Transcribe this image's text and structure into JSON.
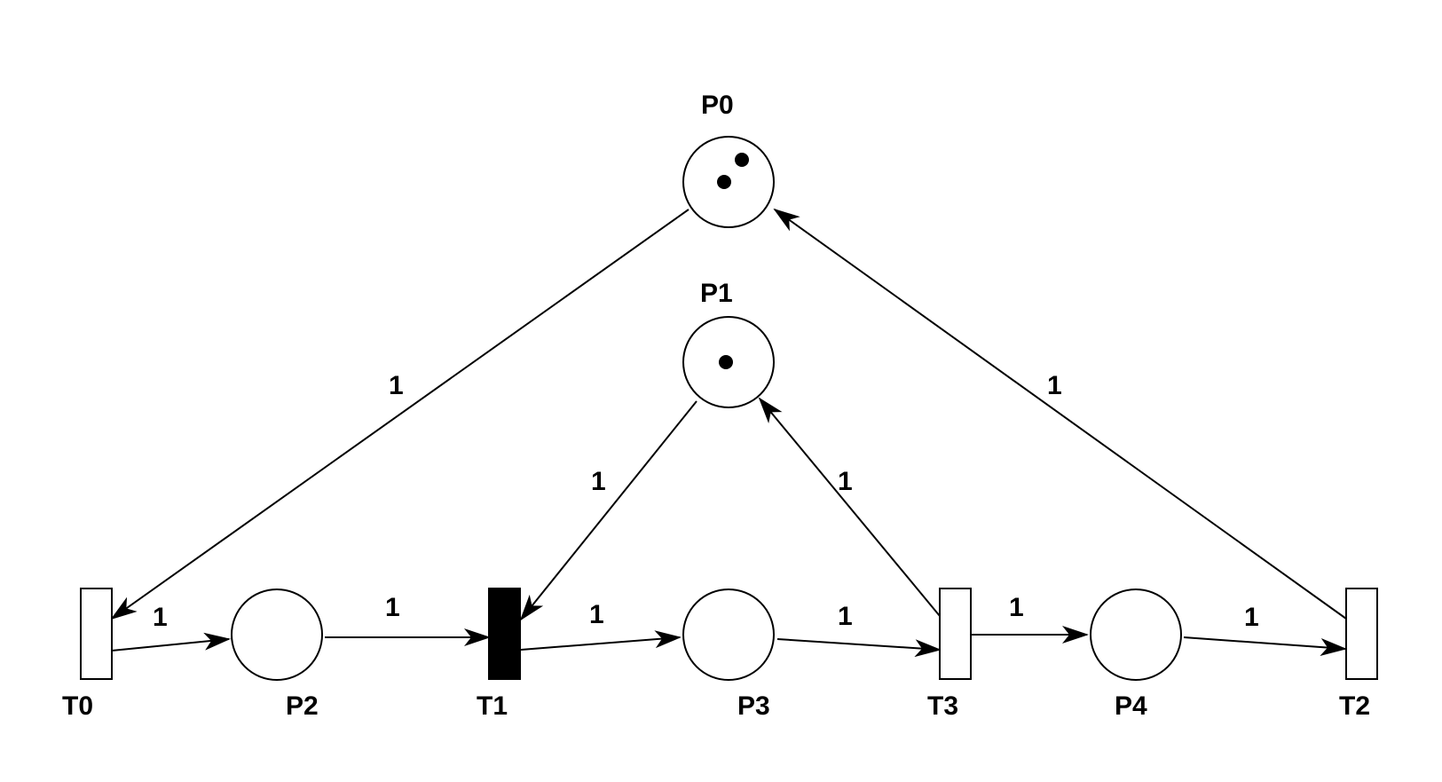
{
  "places": [
    {
      "id": "P0",
      "label": "P0",
      "tokens": 2
    },
    {
      "id": "P1",
      "label": "P1",
      "tokens": 1
    },
    {
      "id": "P2",
      "label": "P2",
      "tokens": 0
    },
    {
      "id": "P3",
      "label": "P3",
      "tokens": 0
    },
    {
      "id": "P4",
      "label": "P4",
      "tokens": 0
    }
  ],
  "transitions": [
    {
      "id": "T0",
      "label": "T0",
      "enabled": false
    },
    {
      "id": "T1",
      "label": "T1",
      "enabled": true
    },
    {
      "id": "T3",
      "label": "T3",
      "enabled": false
    },
    {
      "id": "T2",
      "label": "T2",
      "enabled": false
    }
  ],
  "arcs": [
    {
      "from": "P0",
      "to": "T0",
      "weight": "1"
    },
    {
      "from": "T0",
      "to": "P2",
      "weight": "1"
    },
    {
      "from": "P2",
      "to": "T1",
      "weight": "1"
    },
    {
      "from": "P1",
      "to": "T1",
      "weight": "1"
    },
    {
      "from": "T1",
      "to": "P3",
      "weight": "1"
    },
    {
      "from": "P3",
      "to": "T3",
      "weight": "1"
    },
    {
      "from": "T3",
      "to": "P1",
      "weight": "1"
    },
    {
      "from": "T3",
      "to": "P4",
      "weight": "1"
    },
    {
      "from": "P4",
      "to": "T2",
      "weight": "1"
    },
    {
      "from": "T2",
      "to": "P0",
      "weight": "1"
    }
  ],
  "colors": {
    "stroke": "#000000",
    "enabled_transition": "#000000",
    "background": "#ffffff"
  }
}
